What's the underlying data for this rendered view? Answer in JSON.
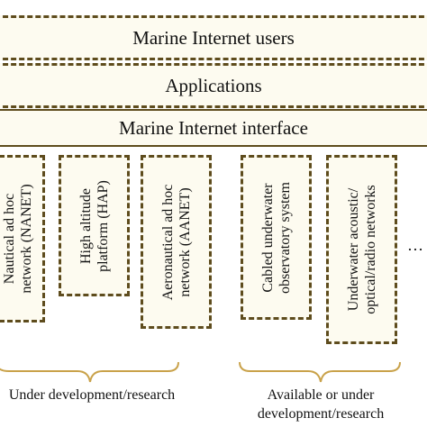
{
  "layers": {
    "users": "Marine Internet users",
    "applications": "Applications",
    "interface": "Marine Internet interface"
  },
  "networks": [
    {
      "line1": "Nautical ad hoc",
      "line2": "network (NANET)"
    },
    {
      "line1": "High altitude",
      "line2": "platform (HAP)"
    },
    {
      "line1": "Aeronautical ad hoc",
      "line2": "network (AANET)"
    },
    {
      "line1": "Cabled underwater",
      "line2": "observatory system"
    },
    {
      "line1": "Underwater acoustic/",
      "line2": "optical/radio networks"
    }
  ],
  "more_marker": "…",
  "groups": {
    "left_caption": "Under development/research",
    "right_caption_line1": "Available or under",
    "right_caption_line2": "development/research"
  },
  "colors": {
    "border": "#5e4c1d",
    "fill": "#fdfbf0"
  }
}
